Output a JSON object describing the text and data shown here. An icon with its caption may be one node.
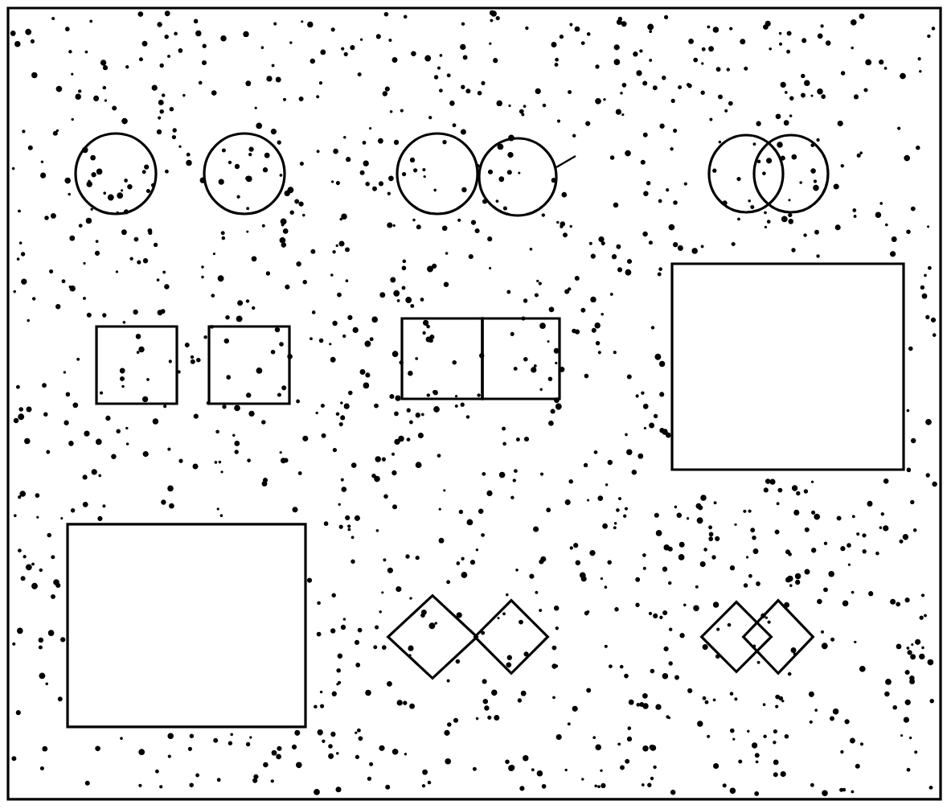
{
  "diagram": {
    "nodes": [
      {
        "text": [],
        "shape": "circle"
      },
      {
        "text": [],
        "shape": "circle"
      },
      {
        "text": [],
        "shape": "circle"
      },
      {
        "text": [],
        "shape": "circle"
      },
      {
        "text": [],
        "shape": "circle"
      },
      {
        "text": [],
        "shape": "circle"
      },
      {
        "text": [],
        "shape": "box"
      },
      {
        "text": [],
        "shape": "box"
      },
      {
        "text": [],
        "shape": "box"
      },
      {
        "text": [],
        "shape": "box"
      },
      {
        "text": [],
        "shape": "box"
      },
      {
        "text": [],
        "shape": "box"
      },
      {
        "text": [],
        "shape": "diamond"
      },
      {
        "text": [],
        "shape": "diamond"
      },
      {
        "text": [],
        "shape": "diamond"
      },
      {
        "text": [],
        "shape": "diamond"
      }
    ]
  }
}
